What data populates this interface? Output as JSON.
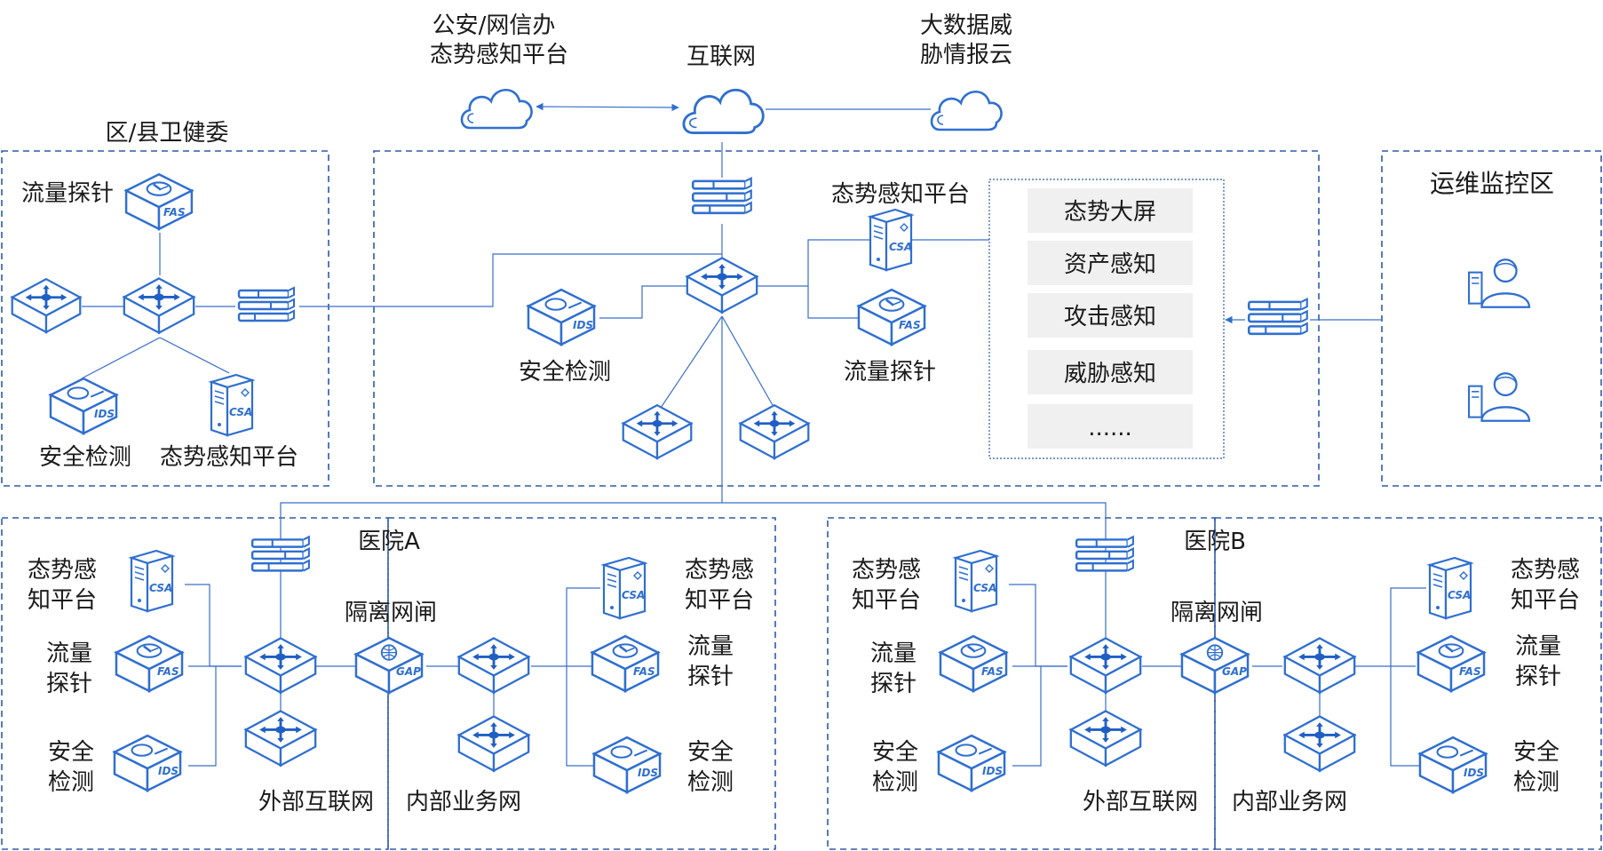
{
  "top": {
    "police_platform": [
      "公安/网信办",
      "态势感知平台"
    ],
    "internet": "互联网",
    "threat_cloud": [
      "大数据威",
      "胁情报云"
    ]
  },
  "district": {
    "title": "区/县卫健委",
    "probe": "流量探针",
    "ids": "安全检测",
    "csa": "态势感知平台"
  },
  "center": {
    "platform": "态势感知平台",
    "ids": "安全检测",
    "probe": "流量探针",
    "menu": [
      "态势大屏",
      "资产感知",
      "攻击感知",
      "威胁感知",
      "......"
    ]
  },
  "ops": {
    "title": "运维监控区"
  },
  "hospital_a": {
    "title": "医院A",
    "gap": "隔离网闸",
    "external": "外部互联网",
    "internal": "内部业务网",
    "left": {
      "csa": [
        "态势感",
        "知平台"
      ],
      "probe": [
        "流量",
        "探针"
      ],
      "ids": [
        "安全",
        "检测"
      ]
    },
    "right": {
      "csa": [
        "态势感",
        "知平台"
      ],
      "probe": [
        "流量",
        "探针"
      ],
      "ids": [
        "安全",
        "检测"
      ]
    }
  },
  "hospital_b": {
    "title": "医院B",
    "gap": "隔离网闸",
    "external": "外部互联网",
    "internal": "内部业务网",
    "left": {
      "csa": [
        "态势感",
        "知平台"
      ],
      "probe": [
        "流量",
        "探针"
      ],
      "ids": [
        "安全",
        "检测"
      ]
    },
    "right": {
      "csa": [
        "态势感",
        "知平台"
      ],
      "probe": [
        "流量",
        "探针"
      ],
      "ids": [
        "安全",
        "检测"
      ]
    }
  },
  "device_tags": {
    "fas": "FAS",
    "ids": "IDS",
    "csa": "CSA",
    "gap": "GAP"
  },
  "colors": {
    "accent": "#2f6fd0",
    "zone_border": "#2f5aa8",
    "device_fill": "#ffffff",
    "link": "#3a6fc9"
  }
}
